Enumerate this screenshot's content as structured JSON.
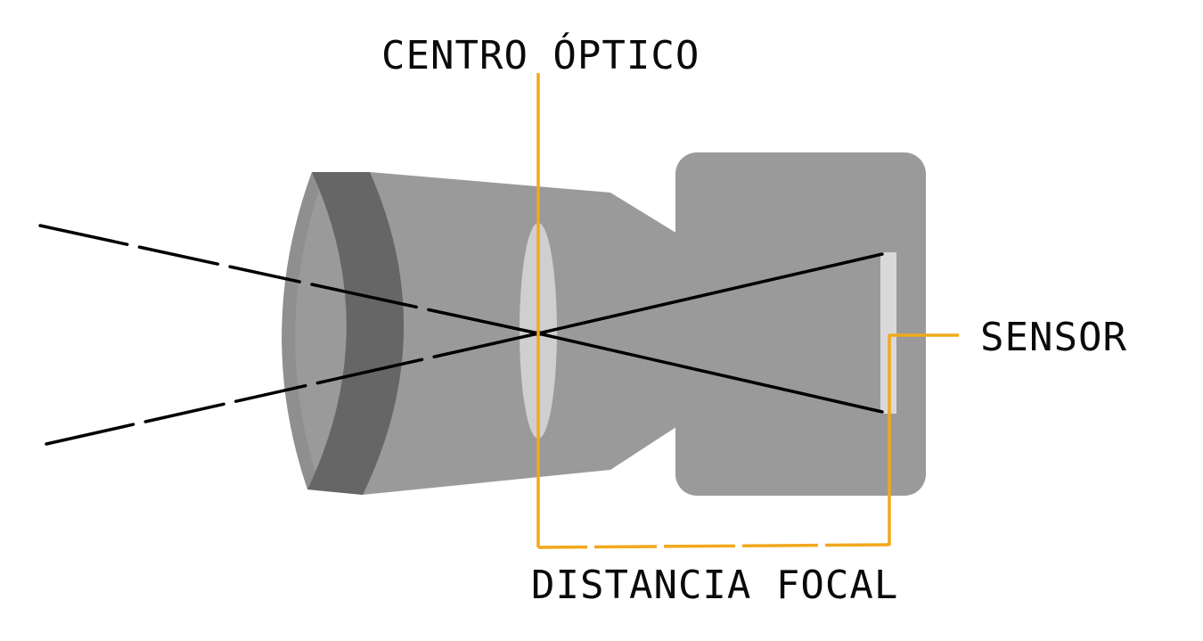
{
  "labels": {
    "optical_center": "CENTRO ÓPTICO",
    "sensor": "SENSOR",
    "focal_distance": "DISTANCIA FOCAL"
  },
  "colors": {
    "guide_lines": "#f2a81d",
    "rays": "#000000",
    "lens_body": "#9a9a9a",
    "front_ring": "#666666",
    "lens_element": "#cfcfcf",
    "sensor": "#d9d9d9",
    "label_text": "#0a0a0a",
    "background": "#ffffff"
  }
}
